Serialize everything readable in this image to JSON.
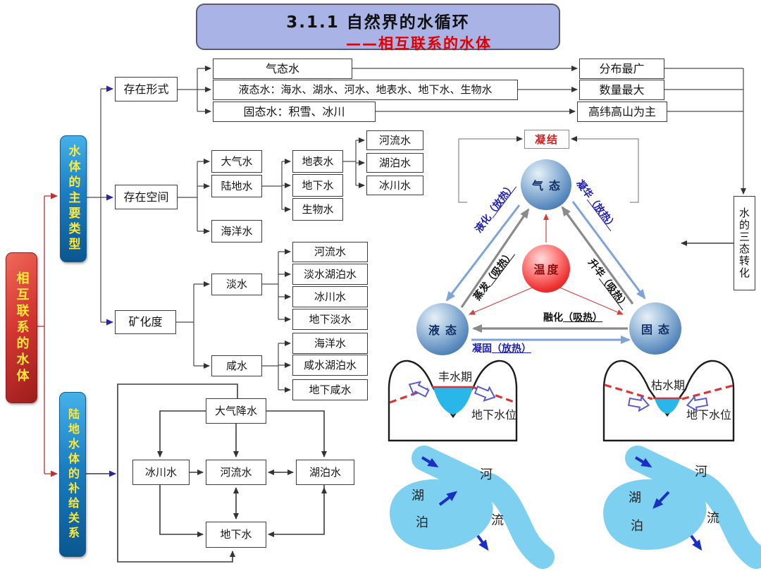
{
  "title": {
    "line1": "3.1.1 自然界的水循环",
    "line2": "——相互联系的水体"
  },
  "root": "相互联系的水体",
  "types": {
    "label": "水体的主要类型",
    "form": {
      "label": "存在形式",
      "gas": "气态水",
      "gas_note": "分布最广",
      "liquid": "液态水：海水、湖水、河水、地表水、地下水、生物水",
      "liquid_note": "数量最大",
      "solid": "固态水：积雪、冰川",
      "solid_note": "高纬高山为主"
    },
    "space": {
      "label": "存在空间",
      "atmos": "大气水",
      "land": "陆地水",
      "ocean": "海洋水",
      "surface": "地表水",
      "underground": "地下水",
      "bio": "生物水",
      "river": "河流水",
      "lake": "湖泊水",
      "glacier": "冰川水"
    },
    "mineral": {
      "label": "矿化度",
      "fresh": "淡水",
      "salt": "咸水",
      "fresh_items": [
        "河流水",
        "淡水湖泊水",
        "冰川水",
        "地下淡水"
      ],
      "salt_items": [
        "海洋水",
        "咸水湖泊水",
        "地下咸水"
      ]
    }
  },
  "recharge": {
    "label": "陆地水体的补给关系",
    "precip": "大气降水",
    "glacier": "冰川水",
    "river": "河流水",
    "lake": "湖泊水",
    "ground": "地下水"
  },
  "states": {
    "condense": "凝结",
    "gas": "气态",
    "liquid": "液态",
    "solid": "固态",
    "temp": "温度",
    "liquefy": "液化",
    "liquefy_heat": "（放热）",
    "evaporate": "蒸发",
    "evaporate_heat": "（吸热）",
    "deposit": "凝华",
    "deposit_heat": "（放热）",
    "sublime": "升华",
    "sublime_heat": "（吸热）",
    "melt": "融化",
    "melt_heat": "（吸热）",
    "freeze": "凝固",
    "freeze_heat": "（放热）",
    "side": "水的三态转化"
  },
  "seasons": {
    "wet": "丰水期",
    "dry": "枯水期",
    "water_table": "地下水位"
  },
  "lakeriver": {
    "hu": "湖",
    "po": "泊",
    "he": "河",
    "liu": "流"
  },
  "colors": {
    "accent_blue": "#1b7ec2",
    "accent_red": "#d53832",
    "title_bg": "#a9b3e6",
    "water": "#29b7ea",
    "lake": "#7dd0f0",
    "state_red": "#d42020"
  }
}
